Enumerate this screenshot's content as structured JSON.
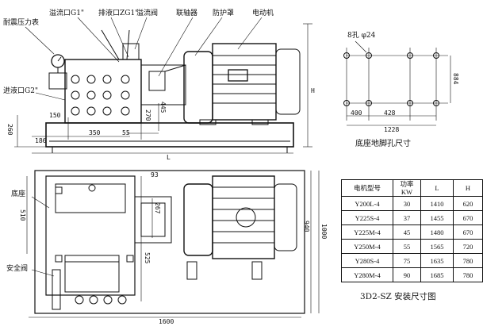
{
  "labels": {
    "pressure_gauge": "耐震压力表",
    "overflow_outlet": "溢流口G1\"",
    "discharge_outlet": "排液口ZG1\"",
    "relief_valve": "溢流阀",
    "coupling": "联轴器",
    "guard": "防护罩",
    "motor": "电动机",
    "inlet": "进液口G2\"",
    "base": "底座",
    "safety_valve": "安全阀",
    "hole_spec": "8孔 φ24",
    "hole_caption": "底座地脚孔尺寸"
  },
  "dims": {
    "d150": "150",
    "d260": "260",
    "d186": "186",
    "d350": "350",
    "d55": "55",
    "d270": "270",
    "d445": "445",
    "dL": "L",
    "dH": "H",
    "d400": "400",
    "d428": "428",
    "d1228": "1228",
    "d884": "884",
    "d93": "93",
    "d267": "267",
    "d510": "510",
    "d525": "525",
    "d940": "940",
    "d1000": "1000",
    "d1600": "1600"
  },
  "table": {
    "headers": [
      "电机型号",
      "功率\nKW",
      "L",
      "H"
    ],
    "rows": [
      [
        "Y200L-4",
        "30",
        "1410",
        "620"
      ],
      [
        "Y225S-4",
        "37",
        "1455",
        "670"
      ],
      [
        "Y225M-4",
        "45",
        "1480",
        "670"
      ],
      [
        "Y250M-4",
        "55",
        "1565",
        "720"
      ],
      [
        "Y280S-4",
        "75",
        "1635",
        "780"
      ],
      [
        "Y280M-4",
        "90",
        "1685",
        "780"
      ]
    ]
  },
  "caption": "3D2-SZ   安装尺寸图"
}
